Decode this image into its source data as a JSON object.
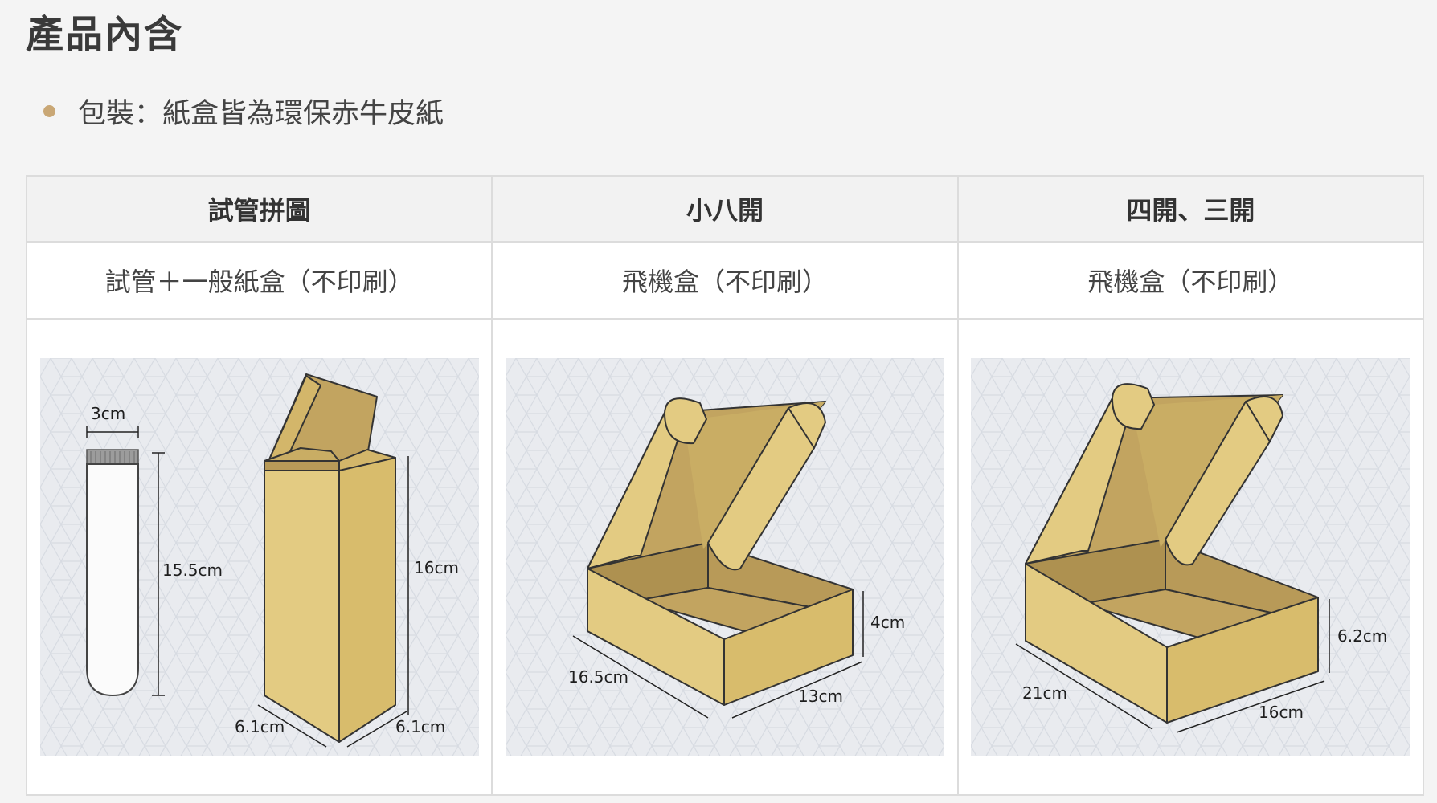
{
  "page": {
    "title": "產品內含",
    "bullet": "包裝：紙盒皆為環保赤牛皮紙"
  },
  "table": {
    "columns": [
      {
        "header": "試管拼圖",
        "desc": "試管＋一般紙盒（不印刷）",
        "dims": {
          "tube_width": "3cm",
          "tube_height": "15.5cm",
          "box_height": "16cm",
          "box_width": "6.1cm",
          "box_depth": "6.1cm"
        }
      },
      {
        "header": "小八開",
        "desc": "飛機盒（不印刷）",
        "dims": {
          "height": "4cm",
          "length": "16.5cm",
          "width": "13cm"
        }
      },
      {
        "header": "四開、三開",
        "desc": "飛機盒（不印刷）",
        "dims": {
          "height": "6.2cm",
          "length": "21cm",
          "width": "16cm"
        }
      }
    ]
  },
  "colors": {
    "bullet": "#c9a775",
    "box_front": "#e3cb82",
    "box_side": "#d8bc6c",
    "box_inner": "#c2a460",
    "box_inner_dark": "#ae9150",
    "illustration_bg": "#e9ebef"
  }
}
